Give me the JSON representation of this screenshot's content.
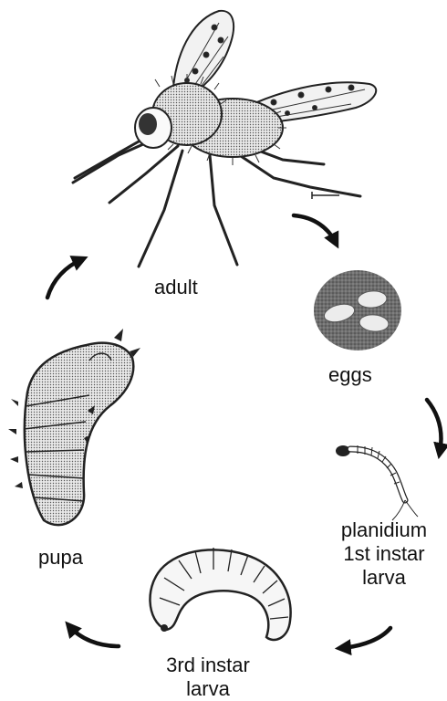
{
  "stages": {
    "adult": "adult",
    "eggs": "eggs",
    "planidium": [
      "planidium",
      "1st instar",
      "larva"
    ],
    "third_instar": [
      "3rd instar",
      "larva"
    ],
    "pupa": "pupa"
  }
}
